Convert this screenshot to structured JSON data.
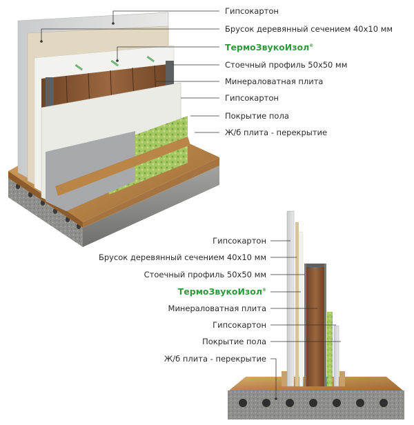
{
  "top_diagram": {
    "labels": [
      "Гипсокартон",
      "Брусок деревянный сечением 40х10 мм",
      "ТермоЗвукоИзол",
      "Стоечный профиль 50х50 мм",
      "Минераловатная плита",
      "Гипсокартон",
      "Покрытие пола",
      "Ж/б плита - перекрытие"
    ],
    "brand_mark": "®"
  },
  "bottom_diagram": {
    "labels": [
      "Гипсокартон",
      "Брусок деревянный сечением 40х10 мм",
      "Стоечный профиль 50х50 мм",
      "ТермоЗвукоИзол",
      "Минераловатная плита",
      "Гипсокартон",
      "Покрытие пола",
      "Ж/б плита - перекрытие"
    ],
    "brand_mark": "®"
  },
  "colors": {
    "brand_green": "#2e9a3c",
    "gypsum": "#dcdcd8",
    "wood_board": "#d9b88a",
    "stud_wood": "#8a5a36",
    "mineral_wool": "#9ec25a",
    "floor": "#c89a5c",
    "concrete": "#8e8e8a"
  }
}
